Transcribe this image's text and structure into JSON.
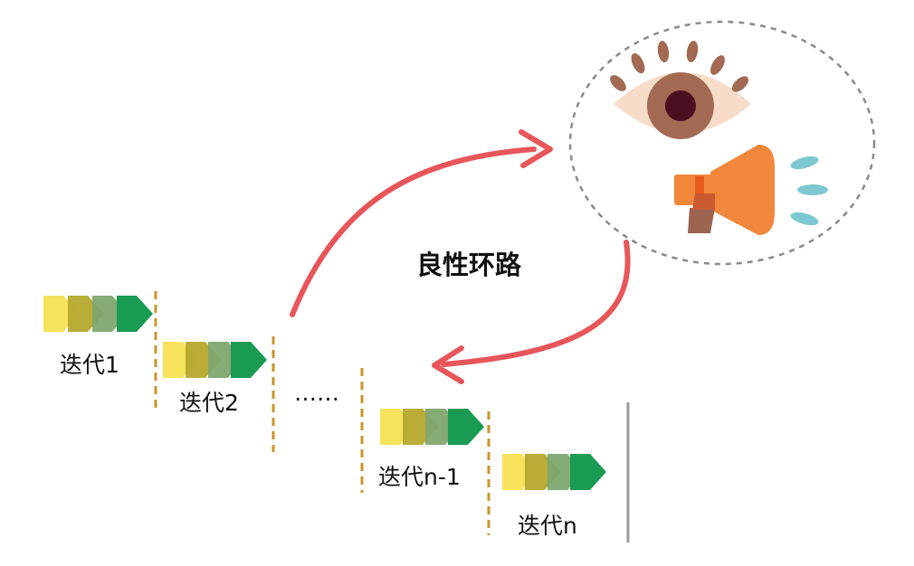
{
  "diagram": {
    "center_label": "良性环路",
    "ellipsis": "……",
    "icons": [
      "eye-icon",
      "megaphone-icon"
    ],
    "iterations": [
      {
        "label": "迭代1"
      },
      {
        "label": "迭代2"
      },
      {
        "label": "迭代n-1"
      },
      {
        "label": "迭代n"
      }
    ],
    "chevron_colors": [
      "#f7e25c",
      "#b5a92d",
      "#7fa66e",
      "#1a9b54"
    ],
    "divider_color": "#c9952d",
    "arrow_color": "#e8565a"
  }
}
